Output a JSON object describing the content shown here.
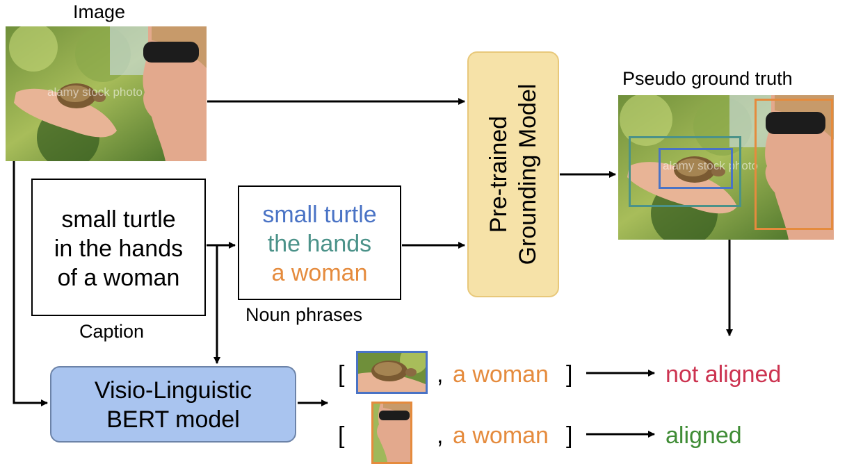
{
  "image_label": "Image",
  "watermark": "alamy stock photo",
  "caption": {
    "lines": [
      "small turtle",
      "in the hands",
      "of a woman"
    ],
    "label": "Caption"
  },
  "noun_phrases": {
    "items": [
      "small turtle",
      "the hands",
      "a woman"
    ],
    "label": "Noun phrases"
  },
  "grounding_model": {
    "lines": [
      "Pre-trained",
      "Grounding Model"
    ]
  },
  "pseudo_gt_label": "Pseudo ground truth",
  "bert_model": {
    "lines": [
      "Visio-Linguistic",
      "BERT model"
    ]
  },
  "pairs": [
    {
      "open": "[",
      "sep": ",",
      "phrase": "a woman",
      "close": "]",
      "result": "not aligned"
    },
    {
      "open": "[",
      "sep": ",",
      "phrase": "a woman",
      "close": "]",
      "result": "aligned"
    }
  ],
  "colors": {
    "blue": "#4a73c5",
    "teal": "#4b9289",
    "orange": "#e58b3d",
    "red": "#cc3350",
    "green": "#3f8c35",
    "grounding_fill": "#f6e2a8",
    "grounding_border": "#e8c87a",
    "bert_fill": "#a9c4ef",
    "bert_border": "#6c83a8"
  }
}
